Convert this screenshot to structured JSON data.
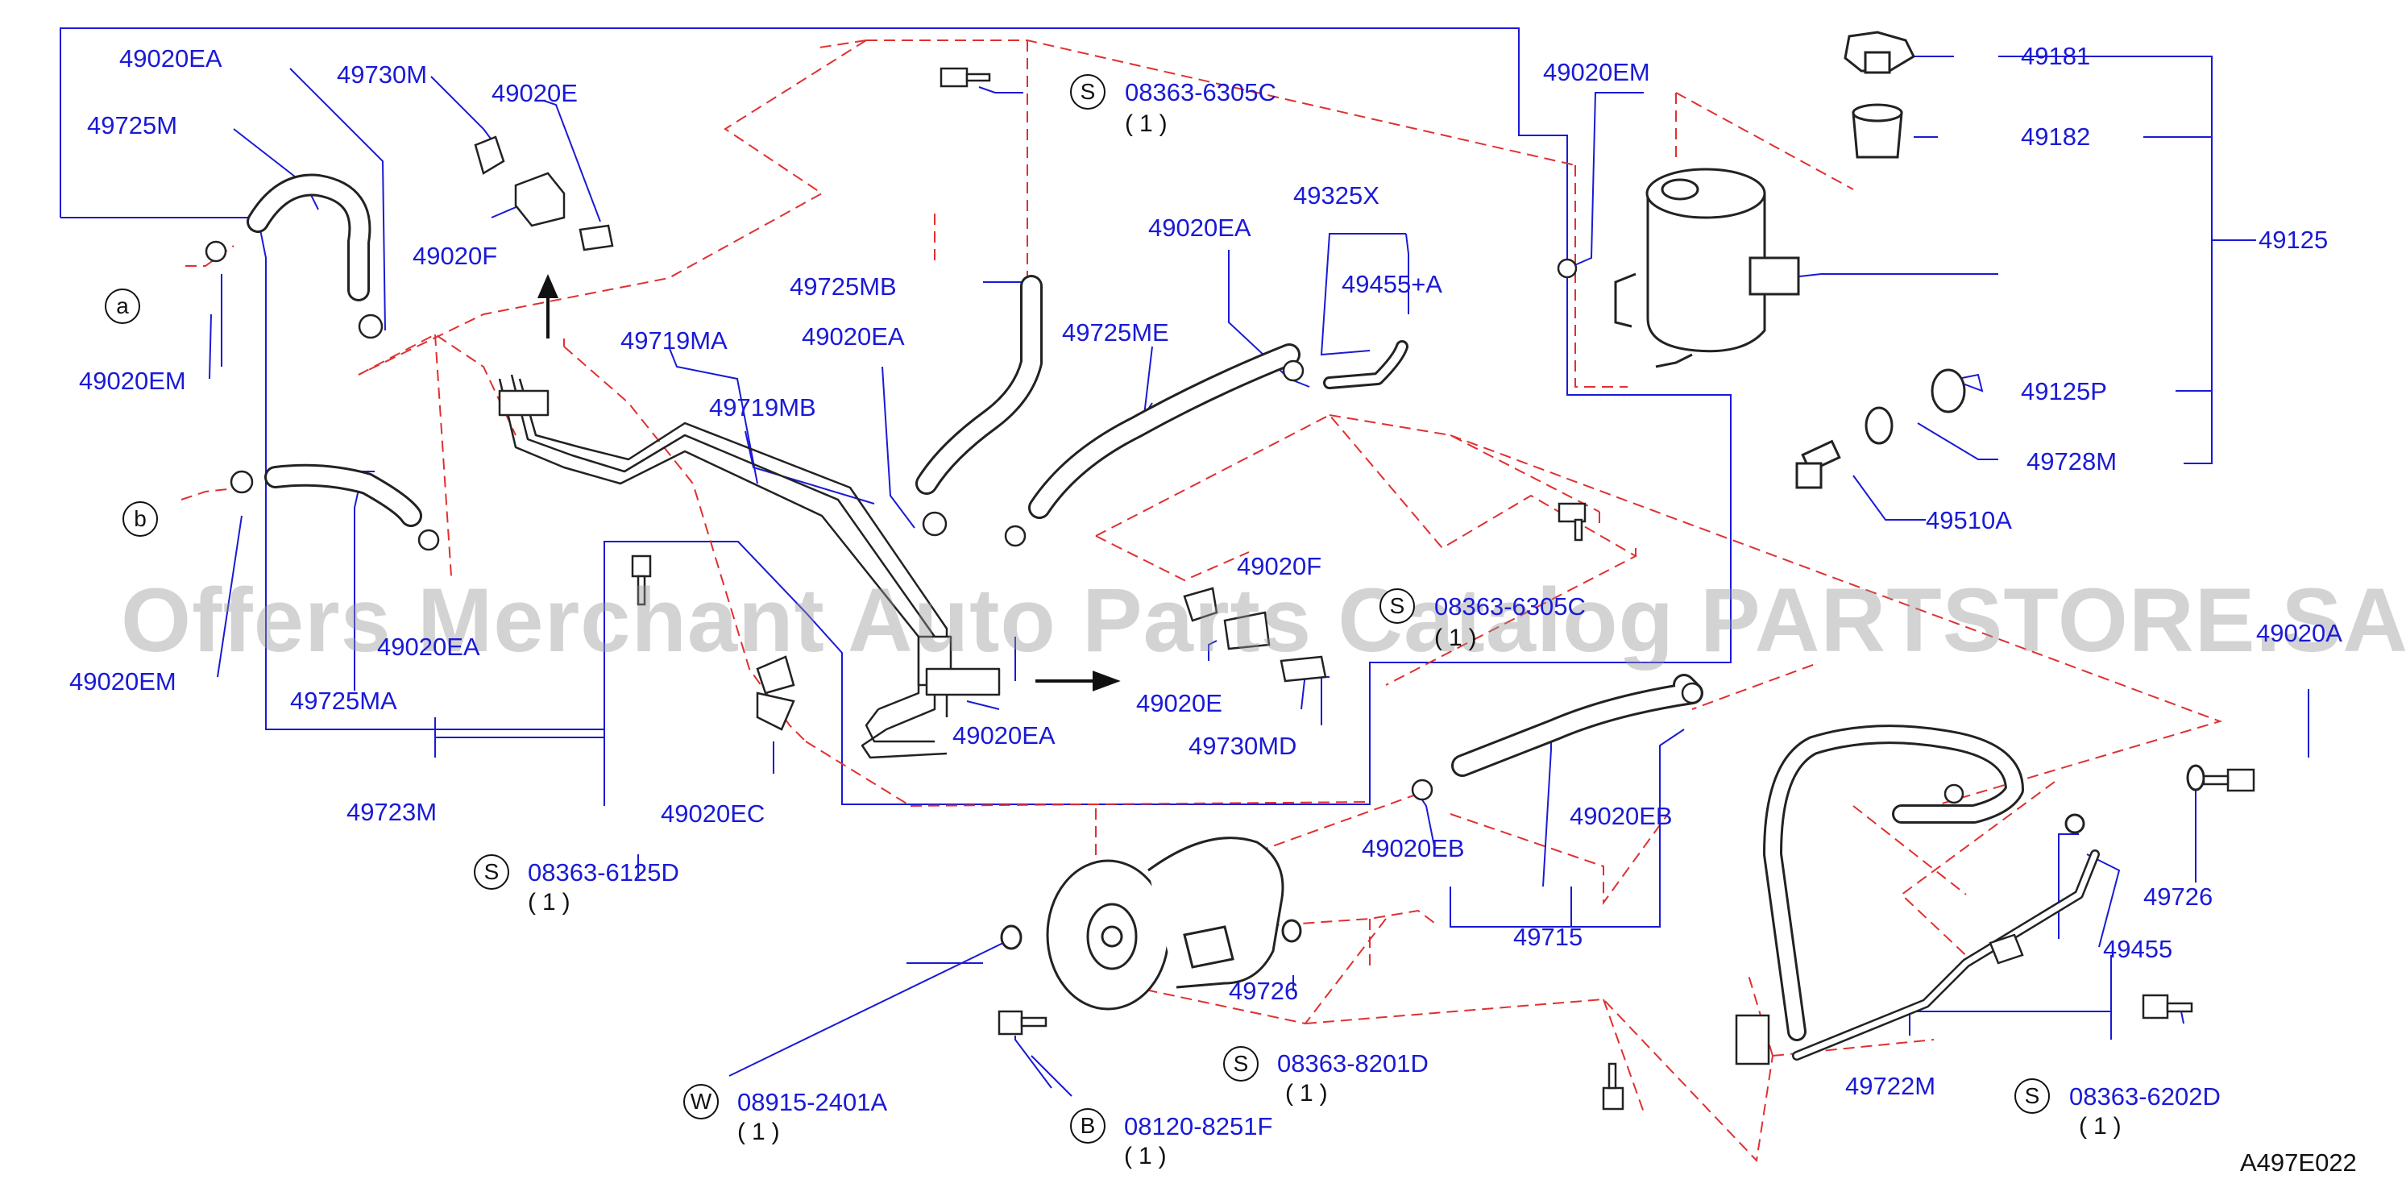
{
  "watermark": "Offers Merchant Auto Parts Catalog PARTSTORE.SA",
  "diagram_code": "A497E022",
  "callouts": [
    {
      "id": "c1",
      "label": "49020EA"
    },
    {
      "id": "c2",
      "label": "49730M"
    },
    {
      "id": "c3",
      "label": "49020E"
    },
    {
      "id": "c4",
      "label": "49725M"
    },
    {
      "id": "c5",
      "label": "49020F"
    },
    {
      "id": "c6",
      "label": "49020EM"
    },
    {
      "id": "c7",
      "label": "49725MB"
    },
    {
      "id": "c8",
      "label": "49719MA"
    },
    {
      "id": "c9",
      "label": "49719MB"
    },
    {
      "id": "c10",
      "label": "49020EA"
    },
    {
      "id": "c11",
      "label": "49725ME"
    },
    {
      "id": "c12",
      "label": "49020EA"
    },
    {
      "id": "c13",
      "label": "49325X"
    },
    {
      "id": "c14",
      "label": "49455+A"
    },
    {
      "id": "c15",
      "label": "49020EM"
    },
    {
      "id": "c16",
      "label": "49181"
    },
    {
      "id": "c17",
      "label": "49182"
    },
    {
      "id": "c18",
      "label": "49125"
    },
    {
      "id": "c19",
      "label": "49125P"
    },
    {
      "id": "c20",
      "label": "49728M"
    },
    {
      "id": "c21",
      "label": "49510A"
    },
    {
      "id": "c22",
      "label": "49020EM"
    },
    {
      "id": "c23",
      "label": "49020EA"
    },
    {
      "id": "c24",
      "label": "49725MA"
    },
    {
      "id": "c25",
      "label": "49723M"
    },
    {
      "id": "c26",
      "label": "49020EC"
    },
    {
      "id": "c27",
      "label": "49020EA"
    },
    {
      "id": "c28",
      "label": "49020F"
    },
    {
      "id": "c29",
      "label": "49020E"
    },
    {
      "id": "c30",
      "label": "49730MD"
    },
    {
      "id": "c31",
      "label": "49020EB"
    },
    {
      "id": "c32",
      "label": "49020EB"
    },
    {
      "id": "c33",
      "label": "49715"
    },
    {
      "id": "c34",
      "label": "49726"
    },
    {
      "id": "c35",
      "label": "49726"
    },
    {
      "id": "c36",
      "label": "49455"
    },
    {
      "id": "c37",
      "label": "49722M"
    },
    {
      "id": "c38",
      "label": "49020A"
    }
  ],
  "fasteners": [
    {
      "id": "f1",
      "symbol": "S",
      "label": "08363-6305C",
      "qty": "(1)"
    },
    {
      "id": "f2",
      "symbol": "S",
      "label": "08363-6305C",
      "qty": "(1)"
    },
    {
      "id": "f3",
      "symbol": "S",
      "label": "08363-6125D",
      "qty": "(1)"
    },
    {
      "id": "f4",
      "symbol": "S",
      "label": "08363-8201D",
      "qty": "(1)"
    },
    {
      "id": "f5",
      "symbol": "W",
      "label": "08915-2401A",
      "qty": "(1)"
    },
    {
      "id": "f6",
      "symbol": "B",
      "label": "08120-8251F",
      "qty": "(1)"
    },
    {
      "id": "f7",
      "symbol": "S",
      "label": "08363-6202D",
      "qty": "(1)"
    }
  ],
  "view_markers": [
    {
      "id": "va",
      "symbol": "a"
    },
    {
      "id": "vb",
      "symbol": "b"
    }
  ],
  "colors": {
    "callout": "#1a1ad6",
    "leader": "#1a1ad6",
    "dashed": "#e03030",
    "outline": "#222222"
  }
}
